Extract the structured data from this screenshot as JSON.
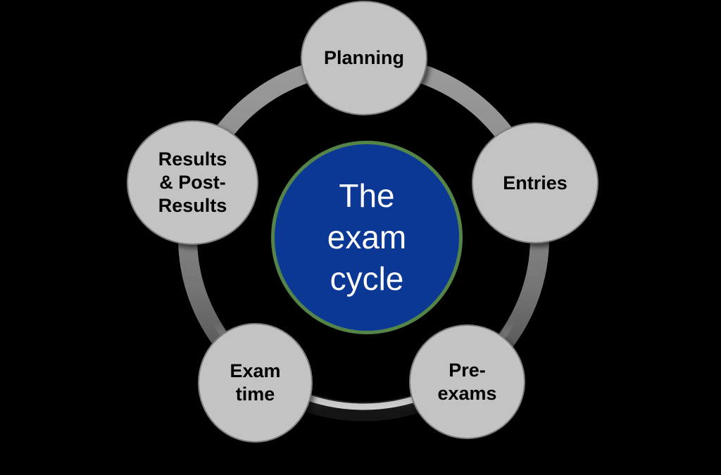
{
  "diagram": {
    "type": "cycle-diagram",
    "title": "The exam cycle",
    "background_color": "#000000",
    "colors": {
      "stage_node_fill": "#c3c3c3",
      "stage_node_text": "#000000",
      "center_fill": "#0a3894",
      "center_border": "#558449",
      "center_text": "#ffffff",
      "ring_light": "#9a9a9a",
      "ring_dark": "#141414"
    },
    "center": {
      "label": "The exam cycle",
      "lines": [
        "The",
        "exam",
        "cycle"
      ]
    },
    "nodes": [
      {
        "id": "planning",
        "label": "Planning",
        "lines": [
          "Planning"
        ]
      },
      {
        "id": "entries",
        "label": "Entries",
        "lines": [
          "Entries"
        ]
      },
      {
        "id": "pre-exams",
        "label": "Pre-exams",
        "lines": [
          "Pre-",
          "exams"
        ]
      },
      {
        "id": "exam-time",
        "label": "Exam time",
        "lines": [
          "Exam",
          "time"
        ]
      },
      {
        "id": "results-post-results",
        "label": "Results & Post-Results",
        "lines": [
          "Results",
          "& Post-",
          "Results"
        ]
      }
    ]
  }
}
